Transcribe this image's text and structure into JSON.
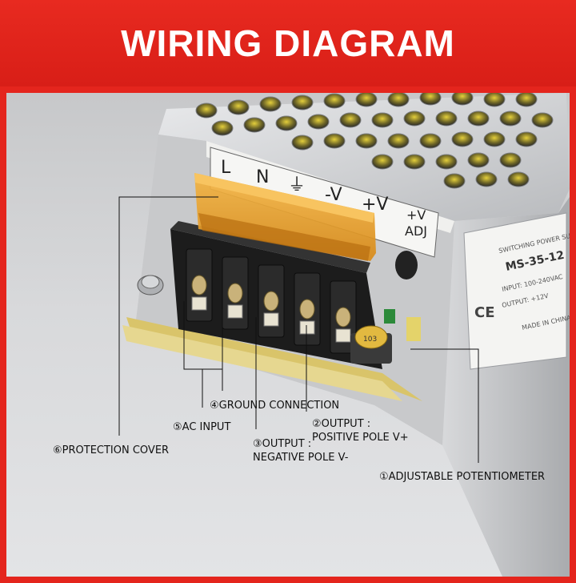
{
  "header": {
    "title": "WIRING DIAGRAM"
  },
  "product": {
    "model": "MS-35-12",
    "brand_line": "SWITCHING POWER SUPPLY",
    "input": "INPUT: 100-240VAC",
    "output": "OUTPUT: +12V",
    "origin": "MADE IN CHINA",
    "ce_mark": "CE",
    "terminals": [
      "L",
      "N",
      "⏚",
      "-V",
      "+V"
    ],
    "adj_label_top": "+V",
    "adj_label_bottom": "ADJ",
    "pot_mark": "103"
  },
  "callouts": {
    "ground": "④GROUND CONNECTION",
    "ac_input": "⑤AC INPUT",
    "positive_line1": "②OUTPUT :",
    "positive_line2": "POSITIVE POLE V+",
    "negative_line1": "③OUTPUT :",
    "negative_line2": "NEGATIVE POLE V-",
    "protection_cover": "⑥PROTECTION COVER",
    "potentiometer": "①ADJUSTABLE POTENTIOMETER"
  },
  "colors": {
    "banner_red": "#e4251d",
    "cover_amber": "#e8a12a",
    "terminal_black": "#1c1c1c",
    "pcb_yellow": "#d9c46a"
  }
}
